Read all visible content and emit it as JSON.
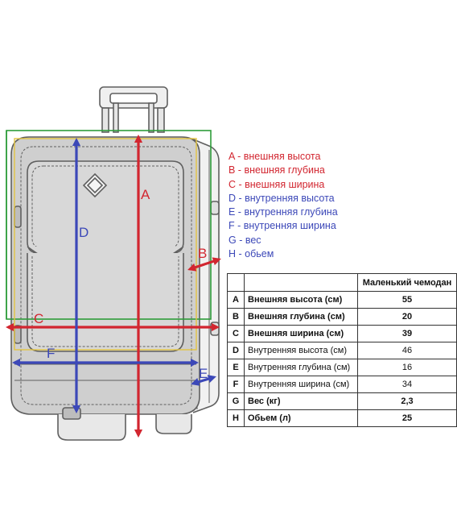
{
  "colors": {
    "red": "#d22630",
    "blue": "#3c48b8",
    "green": "#2e9c3a",
    "yellow": "#e3c441",
    "outline": "#5f5f5f"
  },
  "diagram": {
    "markers": [
      "A",
      "B",
      "C",
      "D",
      "E",
      "F"
    ]
  },
  "legend": [
    {
      "text": "A - внешняя высота",
      "color": "#d22630"
    },
    {
      "text": "B - внешняя глубина",
      "color": "#d22630"
    },
    {
      "text": "C - внешняя ширина",
      "color": "#d22630"
    },
    {
      "text": "D - внутренняя высота",
      "color": "#3c48b8"
    },
    {
      "text": "E - внутренняя глубина",
      "color": "#3c48b8"
    },
    {
      "text": "F - внутренняя ширина",
      "color": "#3c48b8"
    },
    {
      "text": "G - вес",
      "color": "#3c48b8"
    },
    {
      "text": "H - обьем",
      "color": "#3c48b8"
    }
  ],
  "table": {
    "header": "Маленький чемодан",
    "rows": [
      {
        "letter": "A",
        "label": "Внешняя высота (см)",
        "value": "55",
        "bold": true
      },
      {
        "letter": "B",
        "label": "Внешняя глубина (см)",
        "value": "20",
        "bold": true
      },
      {
        "letter": "C",
        "label": "Внешняя ширина (см)",
        "value": "39",
        "bold": true
      },
      {
        "letter": "D",
        "label": "Внутренняя высота (см)",
        "value": "46",
        "bold": false
      },
      {
        "letter": "E",
        "label": "Внутренняя глубина (см)",
        "value": "16",
        "bold": false
      },
      {
        "letter": "F",
        "label": "Внутренняя ширина (см)",
        "value": "34",
        "bold": false
      },
      {
        "letter": "G",
        "label": "Вес (кг)",
        "value": "2,3",
        "bold": true
      },
      {
        "letter": "H",
        "label": "Обьем (л)",
        "value": "25",
        "bold": true
      }
    ]
  }
}
